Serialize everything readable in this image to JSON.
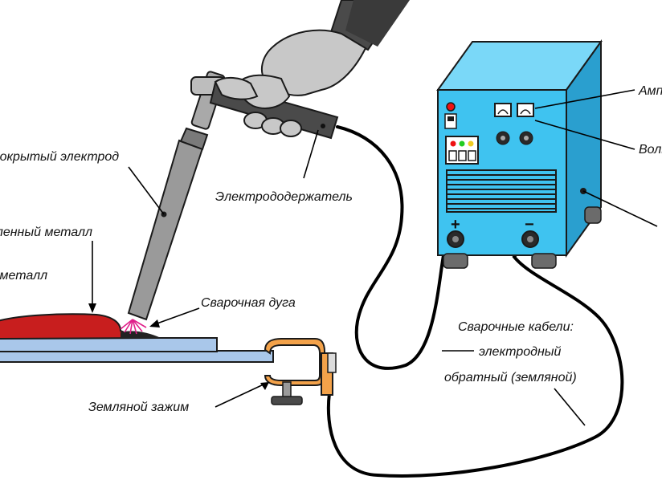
{
  "labels": {
    "coated_electrode": "Покрытый электрод",
    "deposited_metal": "Наплавленный металл",
    "base_metal": "Основной металл",
    "electrode_holder": "Электрододержатель",
    "welding_arc": "Сварочная дуга",
    "welding_cables_title": "Сварочные кабели:",
    "cable_electrode": "электродный",
    "cable_return": "обратный (земляной)",
    "ground_clamp": "Земляной зажим",
    "ammeter": "Амперметр",
    "voltmeter": "Вольтметр"
  },
  "terminals": {
    "plus": "+",
    "minus": "−"
  },
  "colors": {
    "machine_front": "#3fc3f0",
    "machine_side": "#2a9fcf",
    "machine_top": "#7ad8f8",
    "weld_bead": "#c81e1e",
    "plate": "#a9c7ea",
    "clamp": "#f3a24a",
    "glove": "#c8c8c8",
    "electrode": "#9a9a9a",
    "cable": "#000000"
  },
  "icons": [
    "welder-hand-icon",
    "electrode-holder-icon",
    "welding-machine-icon",
    "ground-clamp-icon",
    "ammeter-icon",
    "voltmeter-icon"
  ]
}
